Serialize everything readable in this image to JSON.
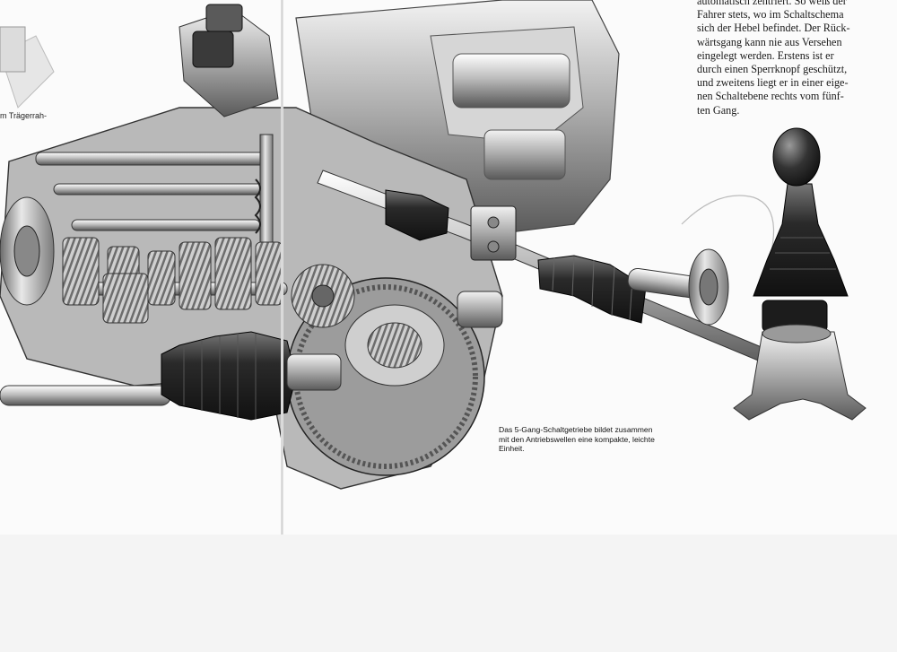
{
  "left_page": {
    "caption_fragment": "m Trägerrah-"
  },
  "right_page": {
    "body_lines": [
      "automatisch zentriert. So weiß der",
      "Fahrer stets, wo im Schaltschema",
      "sich der Hebel befindet. Der Rück-",
      "wärtsgang kann nie aus Versehen",
      "eingelegt werden. Erstens ist er",
      "durch einen Sperrknopf geschützt,",
      "und zweitens liegt er in einer eige-",
      "nen Schaltebene rechts vom fünf-",
      "ten Gang."
    ],
    "figure_caption_lines": [
      "Das 5-Gang-Schaltgetriebe bildet zusammen",
      "mit den Antriebswellen eine kompakte, leichte",
      "Einheit."
    ]
  },
  "illustration": {
    "subject": "cutaway-5-speed-gearbox-with-drive-shafts-and-shift-lever",
    "style": "grayscale-technical-drawing"
  }
}
